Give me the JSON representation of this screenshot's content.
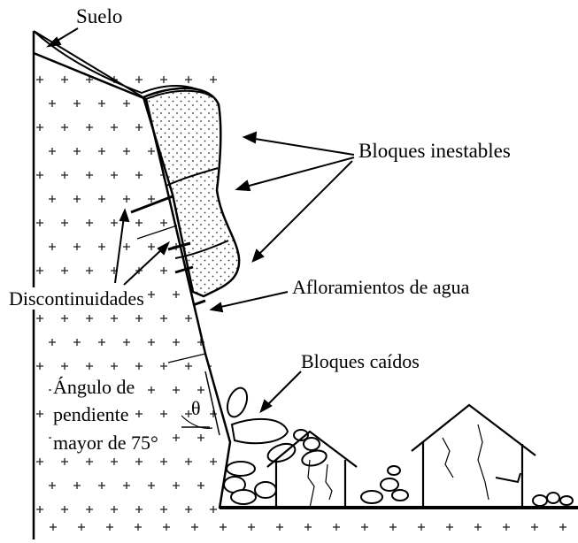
{
  "labels": {
    "soil": "Suelo",
    "unstable_blocks": "Bloques inestables",
    "discontinuities": "Discontinuidades",
    "water_outcrops": "Afloramientos de agua",
    "fallen_blocks": "Bloques caídos",
    "slope_angle_line1": "Ángulo de",
    "slope_angle_line2": "pendiente",
    "slope_angle_line3": "mayor de 75°",
    "theta": "θ"
  }
}
